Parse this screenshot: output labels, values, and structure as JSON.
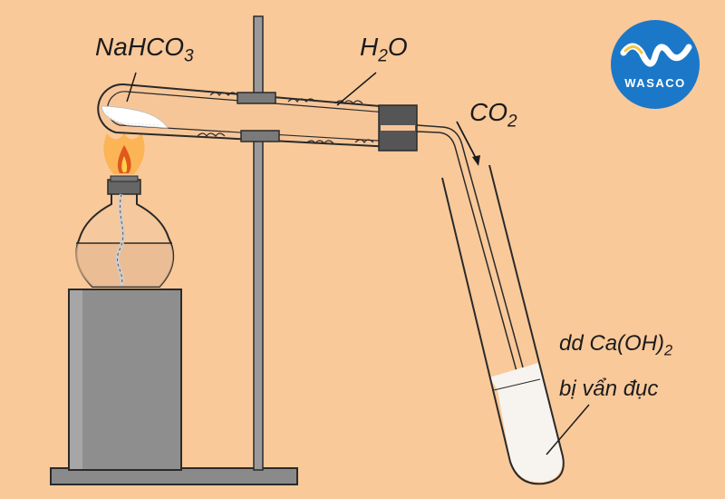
{
  "labels": {
    "reactant": {
      "base": "NaHCO",
      "sub": "3"
    },
    "water": {
      "pre": "H",
      "sub": "2",
      "post": "O"
    },
    "gas": {
      "base": "CO",
      "sub": "2"
    },
    "solution_line1": {
      "base": "dd Ca(OH)",
      "sub": "2"
    },
    "solution_line2": "bị vẩn đục"
  },
  "logo": {
    "text": "WASACO",
    "color": "#1b78c8"
  },
  "colors": {
    "background": "#f9c99a",
    "stand": "#8c8c8c",
    "solid": "#ffffff",
    "flame": "#e0581c"
  }
}
